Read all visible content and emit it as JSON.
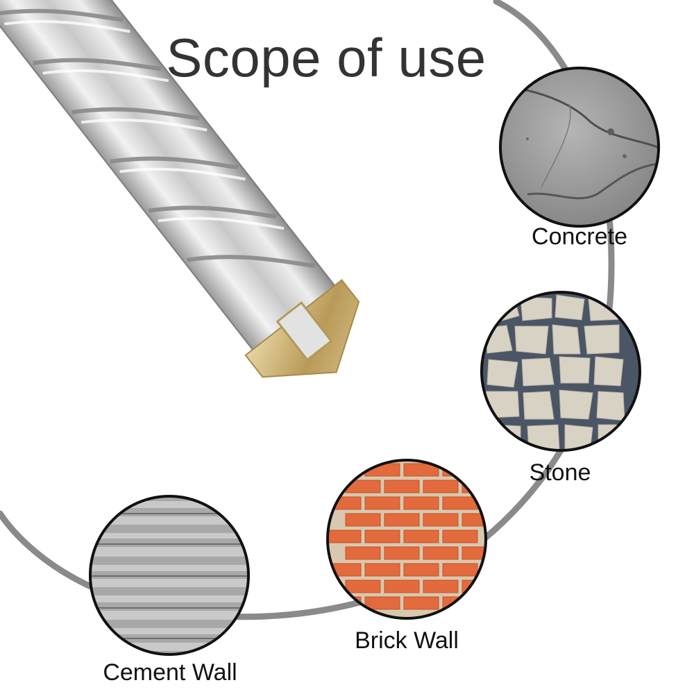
{
  "title": "Scope of use",
  "materials": [
    {
      "label": "Concrete",
      "icon": "concrete-texture-icon"
    },
    {
      "label": "Stone",
      "icon": "stone-wall-texture-icon"
    },
    {
      "label": "Brick Wall",
      "icon": "brick-wall-texture-icon"
    },
    {
      "label": "Cement Wall",
      "icon": "cement-wall-texture-icon"
    }
  ],
  "colors": {
    "title_text": "#333333",
    "label_text": "#111111",
    "arc": "#8a8a8a",
    "steel_light": "#e6e6e6",
    "steel_dark": "#8f8f8f",
    "carbide_gold": "#c7ad72",
    "concrete": "#9a9a9a",
    "stone_mortar": "#4a5566",
    "stone": "#d8d2c4",
    "brick": "#e36a3c",
    "brick_mortar": "#d9c8b0",
    "cement": "#a8a8a8"
  }
}
